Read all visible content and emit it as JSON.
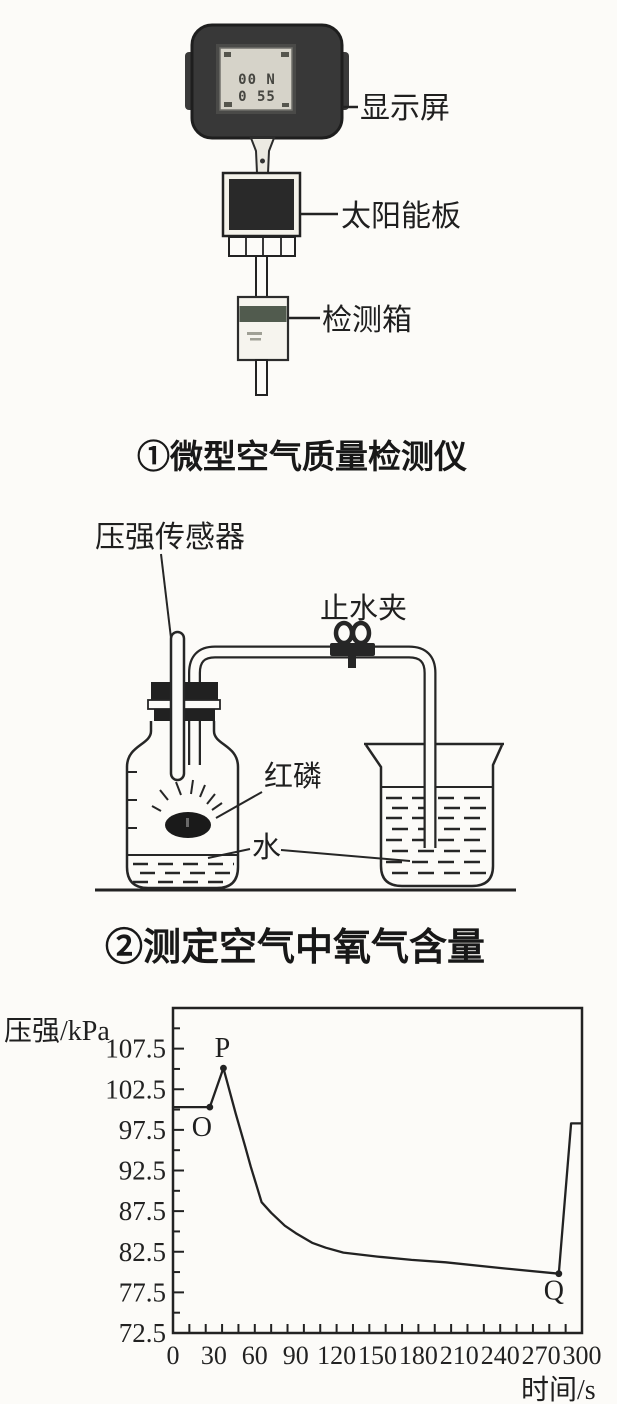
{
  "page": {
    "background": "#fcfbf8",
    "ink": "#222222"
  },
  "detector": {
    "caption": "①微型空气质量检测仪",
    "screen_label": "显示屏",
    "solar_label": "太阳能板",
    "box_label": "检测箱",
    "display_line1": "00 N",
    "display_line2": "0 55"
  },
  "experiment": {
    "caption": "②测定空气中氧气含量",
    "sensor_label": "压强传感器",
    "clamp_label": "止水夹",
    "phosphorus_label": "红磷",
    "water_label": "水"
  },
  "chart_data": {
    "type": "line",
    "title": "",
    "xlabel": "时间/s",
    "ylabel": "压强/kPa",
    "xlim": [
      0,
      300
    ],
    "ylim": [
      72.5,
      112.5
    ],
    "xticks": [
      0,
      30,
      60,
      90,
      120,
      150,
      180,
      210,
      240,
      270,
      300
    ],
    "yticks": [
      72.5,
      77.5,
      82.5,
      87.5,
      92.5,
      97.5,
      102.5,
      107.5
    ],
    "x_minor_step": 12,
    "y_minor_step": 2.5,
    "grid": false,
    "legend": "none",
    "series": [
      {
        "points": [
          [
            0,
            100.3
          ],
          [
            27,
            100.3
          ],
          [
            37,
            105.1
          ],
          [
            46,
            99.5
          ],
          [
            53,
            95.4
          ],
          [
            57,
            93.0
          ],
          [
            65,
            88.6
          ],
          [
            72,
            87.3
          ],
          [
            82,
            85.7
          ],
          [
            90,
            84.8
          ],
          [
            102,
            83.6
          ],
          [
            112,
            83.0
          ],
          [
            125,
            82.4
          ],
          [
            150,
            81.9
          ],
          [
            175,
            81.5
          ],
          [
            200,
            81.2
          ],
          [
            240,
            80.5
          ],
          [
            283,
            79.8
          ],
          [
            292,
            98.3
          ],
          [
            299,
            98.3
          ]
        ]
      }
    ],
    "points_of_interest": [
      {
        "label": "O",
        "x": 27,
        "y": 100.3
      },
      {
        "label": "P",
        "x": 37,
        "y": 105.1
      },
      {
        "label": "Q",
        "x": 283,
        "y": 79.8
      }
    ]
  }
}
